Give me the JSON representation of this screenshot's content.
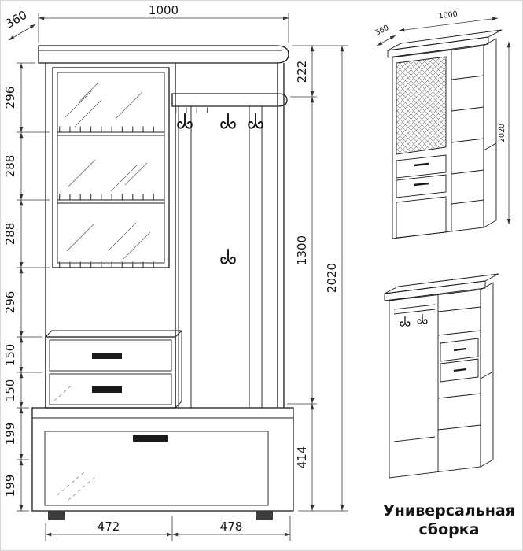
{
  "caption": {
    "line1": "Универсальная",
    "line2": "сборка"
  },
  "front_view": {
    "dim_width_top": "1000",
    "dim_depth_top": "360",
    "left_dims": [
      "296",
      "288",
      "288",
      "296",
      "150",
      "150",
      "199",
      "199"
    ],
    "right_dims": [
      "222",
      "1300",
      "414"
    ],
    "dim_total_height": "2020",
    "dim_bottom_left": "472",
    "dim_bottom_right": "478"
  },
  "iso_top": {
    "dim_depth": "360",
    "dim_width": "1000",
    "dim_height": "2020"
  }
}
